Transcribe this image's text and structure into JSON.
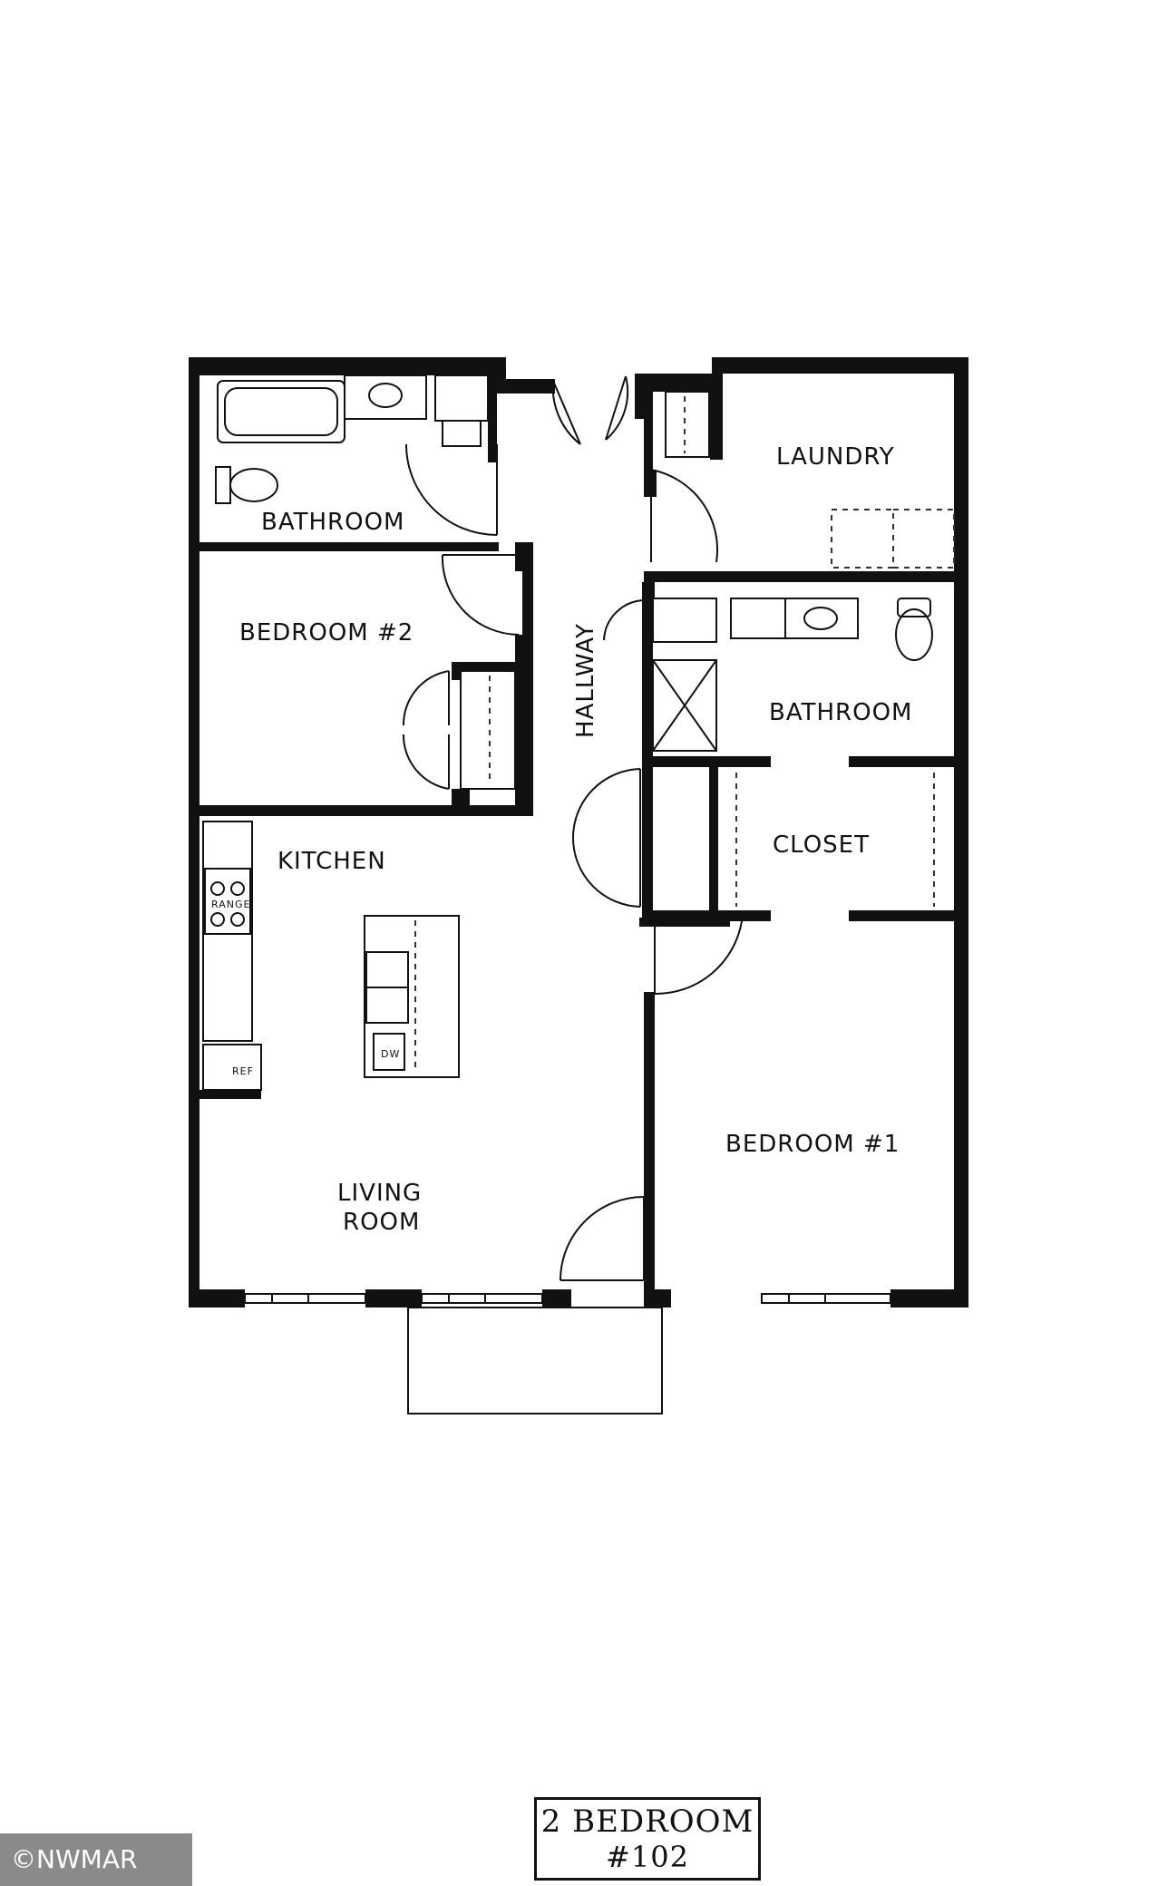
{
  "rooms": {
    "bathroom_2": "BATHROOM",
    "bedroom_2": "BEDROOM #2",
    "hallway": "HALLWAY",
    "laundry": "LAUNDRY",
    "bathroom_1": "BATHROOM",
    "closet": "CLOSET",
    "kitchen": "KITCHEN",
    "bedroom_1": "BEDROOM #1",
    "living_line1": "LIVING",
    "living_line2": "ROOM"
  },
  "fixtures": {
    "range": "RANGE",
    "ref": "REF",
    "dw": "DW"
  },
  "title": {
    "line1": "2 BEDROOM",
    "line2": "#102"
  },
  "watermark": "©NWMAR"
}
